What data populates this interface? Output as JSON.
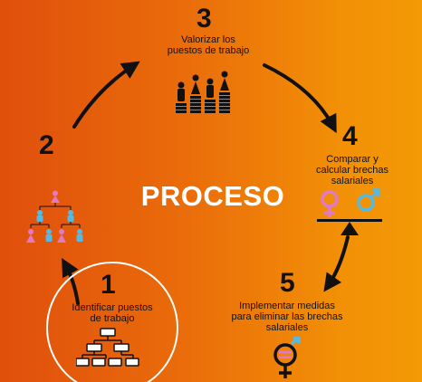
{
  "title": "PROCESO",
  "steps": [
    {
      "number": "1",
      "label_lines": [
        "Identificar puestos",
        "de trabajo"
      ],
      "icon": "org-chart-icon"
    },
    {
      "number": "2",
      "label_lines": [],
      "icon": "people-hierarchy-icon"
    },
    {
      "number": "3",
      "label_lines": [
        "Valorizar los",
        "puestos de trabajo"
      ],
      "icon": "people-on-coins-icon"
    },
    {
      "number": "4",
      "label_lines": [
        "Comparar y",
        "calcular brechas",
        "salariales"
      ],
      "icon": "gender-balance-icon"
    },
    {
      "number": "5",
      "label_lines": [
        "Implementar medidas",
        "para eliminar las brechas",
        "salariales"
      ],
      "icon": "gender-equality-icon"
    }
  ],
  "colors": {
    "background_left": "#e04f0c",
    "background_right": "#f39a05",
    "female": "#e07ac8",
    "male": "#56b9e3",
    "ink": "#111111",
    "highlight_ring": "#ffffff"
  }
}
